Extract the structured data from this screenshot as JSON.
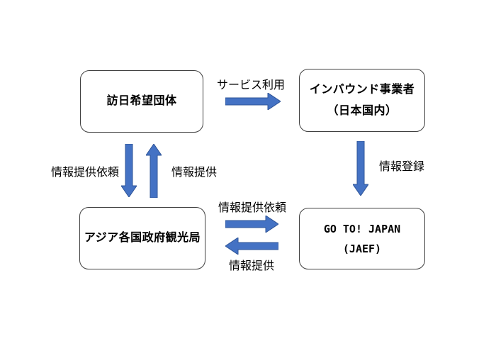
{
  "colors": {
    "arrow_fill": "#4472C4",
    "arrow_stroke": "#2F5597",
    "box_border": "#404040",
    "background": "#ffffff",
    "text": "#000000"
  },
  "nodes": {
    "visit_groups": {
      "label": "訪日希望団体"
    },
    "inbound_operators": {
      "line1": "インバウンド事業者",
      "line2": "（日本国内）"
    },
    "asia_tourism_boards": {
      "label": "アジア各国政府観光局"
    },
    "go_to_japan": {
      "line1": "GO TO! JAPAN",
      "line2": "(JAEF)"
    }
  },
  "edge_labels": {
    "service_use": "サービス利用",
    "info_request_left": "情報提供依頼",
    "info_provide_left": "情報提供",
    "info_register": "情報登録",
    "info_request_bottom": "情報提供依頼",
    "info_provide_bottom": "情報提供"
  }
}
